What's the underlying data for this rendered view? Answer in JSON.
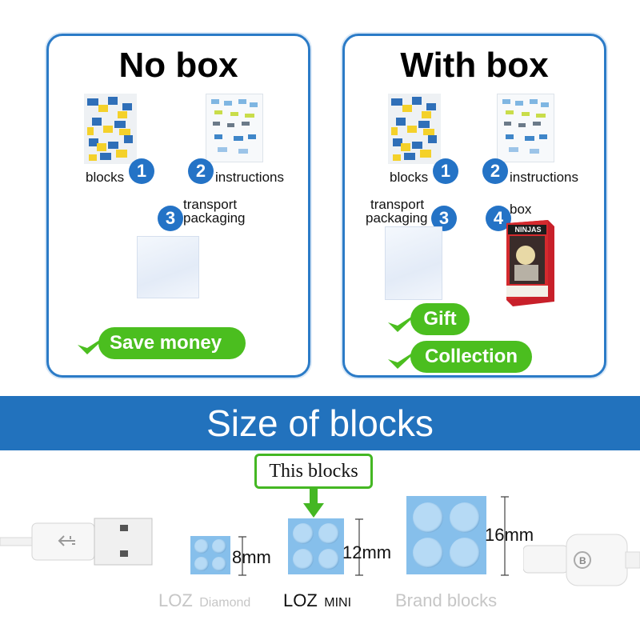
{
  "no_box": {
    "title": "No box",
    "items": [
      {
        "num": "1",
        "label": "blocks"
      },
      {
        "num": "2",
        "label": "instructions"
      },
      {
        "num": "3",
        "label_line1": "transport",
        "label_line2": "packaging"
      }
    ],
    "benefit": "Save money"
  },
  "with_box": {
    "title": "With box",
    "items": [
      {
        "num": "1",
        "label": "blocks"
      },
      {
        "num": "2",
        "label": "instructions"
      },
      {
        "num": "3",
        "label_line1": "transport",
        "label_line2": "packaging"
      },
      {
        "num": "4",
        "label": "box"
      }
    ],
    "box_brand": "NINJAS",
    "benefits": [
      "Gift",
      "Collection"
    ]
  },
  "banner": {
    "title": "Size of blocks"
  },
  "sizes": {
    "callout": "This blocks",
    "diamond": {
      "size": "8mm",
      "name": "LOZ",
      "sub": "Diamond"
    },
    "mini": {
      "size": "12mm",
      "name": "LOZ",
      "sub": "MINI"
    },
    "brand": {
      "size": "16mm",
      "name": "Brand blocks"
    }
  },
  "colors": {
    "accent_blue": "#2473c6",
    "banner_blue": "#2272bd",
    "green": "#4bbe1f",
    "brick_blue": "#86bfeb"
  }
}
